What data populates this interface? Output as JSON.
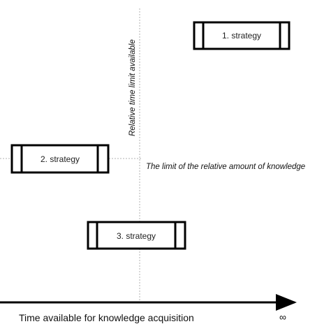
{
  "x_axis_label": "Time available for knowledge acquisition",
  "x_axis_end_symbol": "∞",
  "y_axis_label": "Relative time limit available",
  "horizontal_line_label": "The limit of the relative amount of knowledge",
  "strategies": [
    {
      "label": "1. strategy"
    },
    {
      "label": "2. strategy"
    },
    {
      "label": "3. strategy"
    }
  ]
}
